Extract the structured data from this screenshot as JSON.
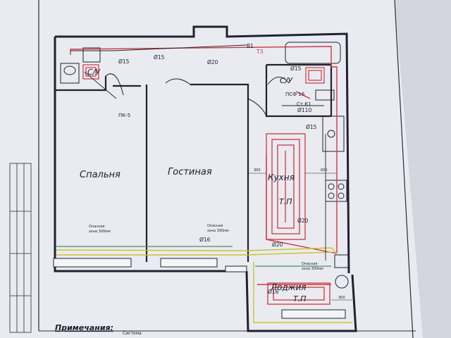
{
  "rooms": {
    "bedroom": "Спальня",
    "living": "Гостиная",
    "kitchen": "Кухня",
    "loggia": "Лоджия",
    "bath": "С/У",
    "wc": "С/У"
  },
  "heated_floor": {
    "kitchen": "Т.П",
    "loggia": "Т.П"
  },
  "pipes": {
    "d15_a": "Ø15",
    "d15_b": "Ø15",
    "d20_top": "Ø20",
    "d15_c": "Ø15",
    "d15_kitchen": "Ø15",
    "d20_kitchen": "Ø20",
    "d16_living": "Ø16",
    "d20_bottom": "Ø20",
    "d16_loggia": "Ø16",
    "d110": "Ø110",
    "t3": "Т3",
    "v1": "В1"
  },
  "tags": {
    "pk": "ПК-5",
    "psf": "ПСФ 16",
    "stk": "Ст.К1"
  },
  "danger_zone": [
    "Опасная",
    "зона 300мм"
  ],
  "dims": {
    "d300": "300",
    "d600": "600"
  },
  "notes": {
    "title": "Примечания:",
    "line1": "Система"
  },
  "colors": {
    "pipe_red": "#d0363f",
    "pipe_yellow": "#c9c42a",
    "pipe_green": "#4c8f5a",
    "ink": "#1f2230",
    "paper": "#eceef4"
  }
}
